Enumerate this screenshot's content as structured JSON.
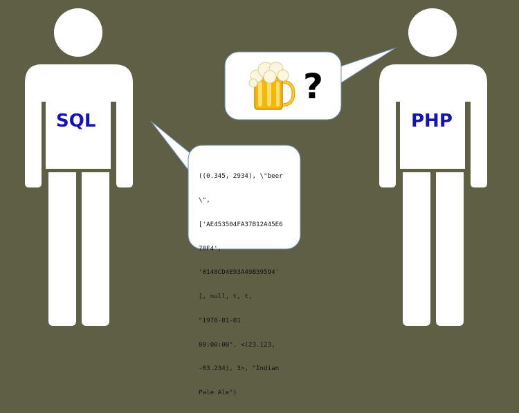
{
  "left_person": {
    "shirt_label": "SQL"
  },
  "right_person": {
    "shirt_label": "PHP"
  },
  "sql_speech": {
    "lines": [
      "((0.345, 2934), \\\"beer",
      "\\\",",
      "['AE453504FA37B12A45E6",
      "70F4',",
      "'0140CD4E93A49B39594'",
      "], null, t, t,",
      "\"1970-01-01",
      "00:00:00\", <(23.123,",
      "-03.234), 3>, \"Indian",
      "Pale Ale\")"
    ]
  },
  "php_speech": {
    "icon": "beer-mug-icon",
    "question": "?"
  },
  "colors": {
    "background": "#5e5f45",
    "figure": "#ffffff",
    "label": "#1414b4",
    "bubble_border": "#6f89b5"
  }
}
